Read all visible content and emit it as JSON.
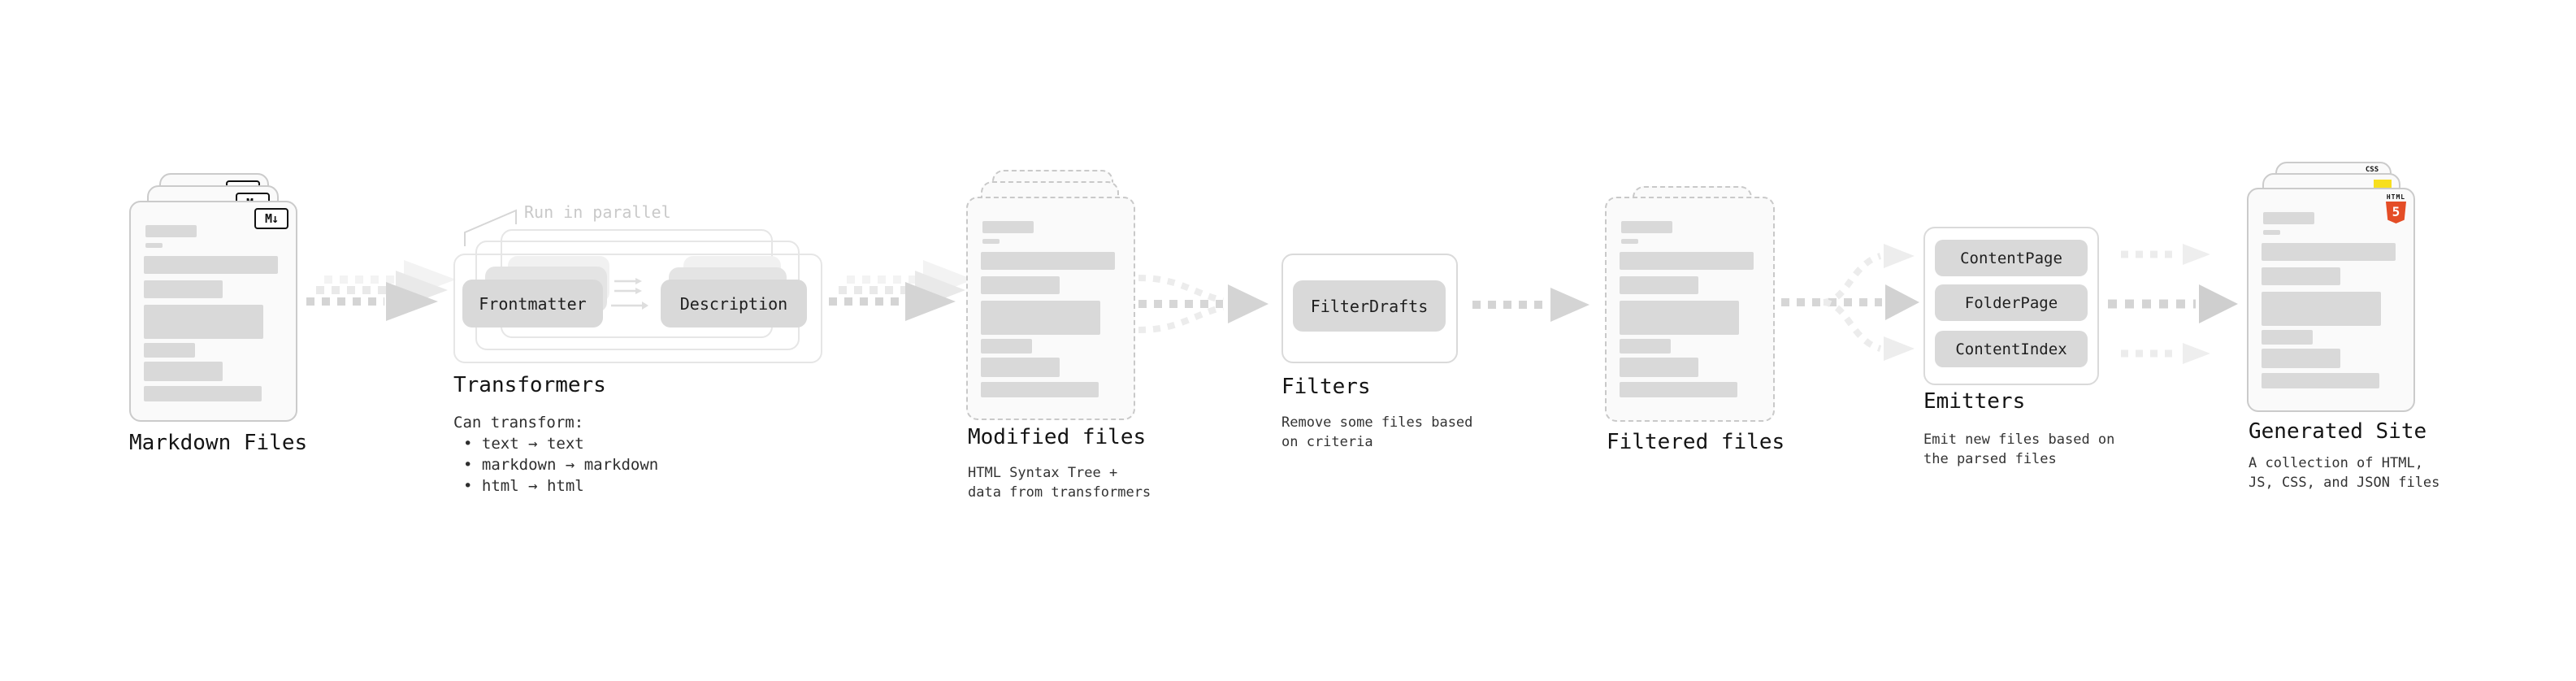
{
  "diagram": {
    "nodes": {
      "markdown_files": {
        "label": "Markdown Files",
        "badge": "M↓"
      },
      "transformers": {
        "label": "Transformers",
        "annotation": "Run in parallel",
        "pills": [
          "Frontmatter",
          "Description"
        ],
        "note_title": "Can transform:",
        "bullets": [
          "• text → text",
          "• markdown → markdown",
          "• html → html"
        ]
      },
      "modified_files": {
        "label": "Modified files",
        "description": [
          "HTML Syntax Tree +",
          "data from transformers"
        ]
      },
      "filters": {
        "label": "Filters",
        "pill": "FilterDrafts",
        "description": [
          "Remove some files based",
          "on criteria"
        ]
      },
      "filtered_files": {
        "label": "Filtered files"
      },
      "emitters": {
        "label": "Emitters",
        "pills": [
          "ContentPage",
          "FolderPage",
          "ContentIndex"
        ],
        "description": [
          "Emit new files based on",
          "the parsed files"
        ]
      },
      "generated_site": {
        "label": "Generated Site",
        "description": [
          "A collection of HTML,",
          "JS, CSS, and JSON files"
        ],
        "badges": {
          "css": "CSS",
          "html5_top": "HTML",
          "html5_number": "5"
        }
      }
    },
    "colors": {
      "bar": "#d9d9d9",
      "pill": "#d9d9d9",
      "arrow": "#d4d4d4",
      "arrow_light": "#ececec",
      "annotation": "#c9c9c9",
      "js_yellow": "#f7df1e",
      "css_blue": "#2f6bf2",
      "html5_orange": "#e44d26"
    }
  }
}
